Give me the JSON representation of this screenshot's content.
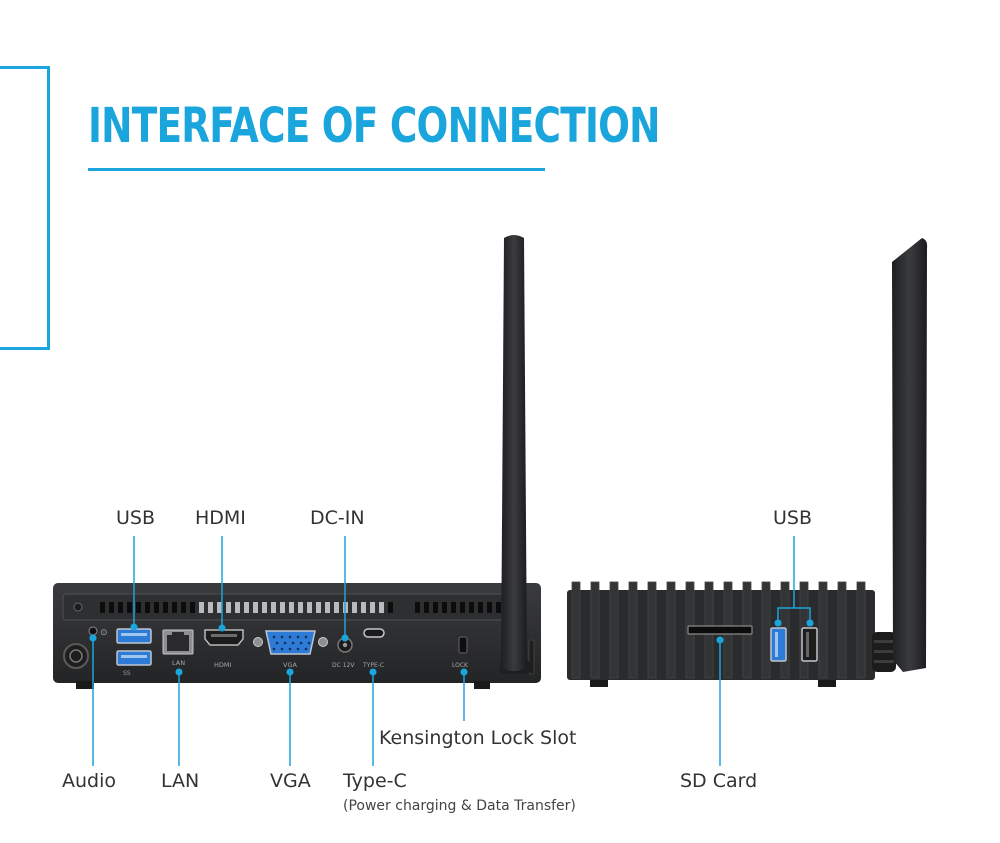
{
  "header": {
    "title": "INTERFACE OF CONNECTION"
  },
  "colors": {
    "accent": "#1aa5dc",
    "device_body": "#2b2c2e",
    "port_blue": "#2d7bd6",
    "label_text": "#333333"
  },
  "rear_panel": {
    "callouts": {
      "usb": "USB",
      "hdmi": "HDMI",
      "dc_in": "DC-IN",
      "kensington": "Kensington Lock Slot",
      "audio": "Audio",
      "lan": "LAN",
      "vga": "VGA",
      "type_c": "Type-C",
      "type_c_note": "(Power charging & Data Transfer)"
    },
    "printed": {
      "lan": "LAN",
      "hdmi": "HDMI",
      "vga": "VGA",
      "dc": "DC 12V",
      "typec": "TYPE-C",
      "lock": "LOCK",
      "ss": "SS"
    }
  },
  "side_panel": {
    "callouts": {
      "usb": "USB",
      "sd_card": "SD Card"
    }
  }
}
